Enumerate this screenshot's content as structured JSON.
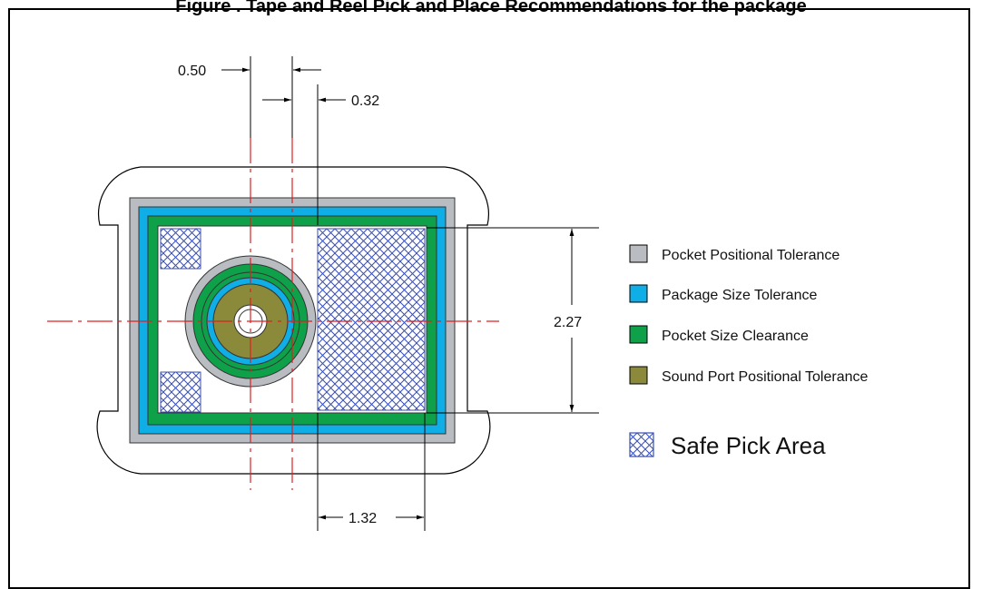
{
  "title": "Figure . Tape and Reel Pick and Place Recommendations for the package",
  "dimensions": {
    "d1": "0.50",
    "d2": "0.32",
    "d3": "2.27",
    "d4": "1.32"
  },
  "legend": [
    {
      "label": "Pocket Positional Tolerance",
      "color": "#b9bcc0"
    },
    {
      "label": "Package Size Tolerance",
      "color": "#10aee6"
    },
    {
      "label": "Pocket Size Clearance",
      "color": "#0ea14a"
    },
    {
      "label": "Sound Port Positional Tolerance",
      "color": "#8a8a3a"
    }
  ],
  "safe_pick": {
    "label": "Safe Pick Area",
    "hatch_color": "#3a4fb0"
  },
  "colors": {
    "centerline": "#e02020"
  }
}
